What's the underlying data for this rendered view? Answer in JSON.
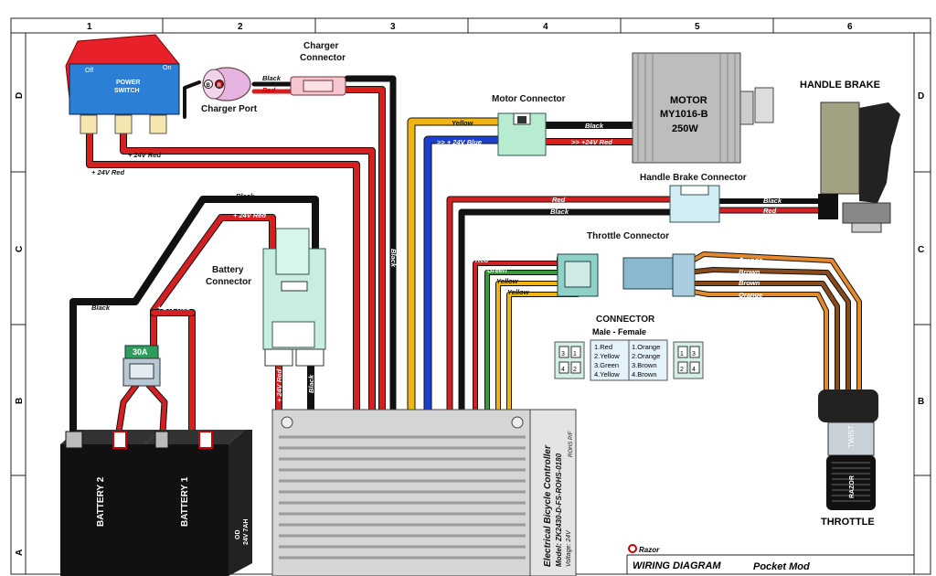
{
  "grid": {
    "columns": [
      "1",
      "2",
      "3",
      "4",
      "5",
      "6"
    ],
    "rows": [
      "D",
      "C",
      "B",
      "A"
    ]
  },
  "power_switch": {
    "off": "Off",
    "on": "On",
    "label1": "POWER",
    "label2": "SWITCH"
  },
  "charger_port": {
    "label": "Charger Port",
    "pin_b": "B",
    "pin_r": "R"
  },
  "charger_connector": {
    "label1": "Charger",
    "label2": "Connector"
  },
  "motor_connector": {
    "label": "Motor Connector"
  },
  "motor": {
    "line1": "MOTOR",
    "line2": "MY1016-B",
    "line3": "250W"
  },
  "handle_brake": {
    "label": "HANDLE BRAKE"
  },
  "handle_brake_connector": {
    "label": "Handle Brake Connector"
  },
  "throttle_connector": {
    "label": "Throttle Connector"
  },
  "battery_connector": {
    "label1": "Battery",
    "label2": "Connector"
  },
  "fuse": {
    "label": "30A"
  },
  "battery2": {
    "label": "BATTERY 2"
  },
  "battery1": {
    "label": "BATTERY 1",
    "spec1": "OD",
    "spec2": "24V 7AH"
  },
  "connector_table": {
    "title": "CONNECTOR",
    "subtitle": "Male  -  Female",
    "male": [
      "1.Red",
      "2.Yellow",
      "3.Green",
      "4.Yellow"
    ],
    "female": [
      "1.Orange",
      "2.Orange",
      "3.Brown",
      "4.Brown"
    ],
    "pins": [
      "3",
      "1",
      "4",
      "2"
    ]
  },
  "controller": {
    "line1": "Electrical Bicycle Controller",
    "line2": "Model: ZK2430-D-FS-ROHS-0180",
    "line3": "Voltage: 24V",
    "rohs": "ROHS P/F"
  },
  "throttle": {
    "label": "THROTTLE",
    "twist": "TWIST",
    "brand": "RAZOR"
  },
  "title_block": {
    "brand": "Razor",
    "title": "WIRING DIAGRAM",
    "model": "Pocket Mod"
  },
  "wire_labels": {
    "black": "Black",
    "red": "Red",
    "yellow": "Yellow",
    "blue": ">> + 24V Blue",
    "red24": "+ 24V Red",
    "motor_red": ">> +24V Red",
    "green": "Green",
    "orange": "Orange",
    "brown": "Brown"
  },
  "colors": {
    "red": "#d42020",
    "black": "#111111",
    "yellow": "#f2b50f",
    "blue": "#1a3fcf",
    "green": "#3a9a3a",
    "orange": "#e58a2c",
    "brown": "#8a4b1c",
    "switch_red": "#e8202a",
    "switch_blue": "#2b7fd6"
  }
}
